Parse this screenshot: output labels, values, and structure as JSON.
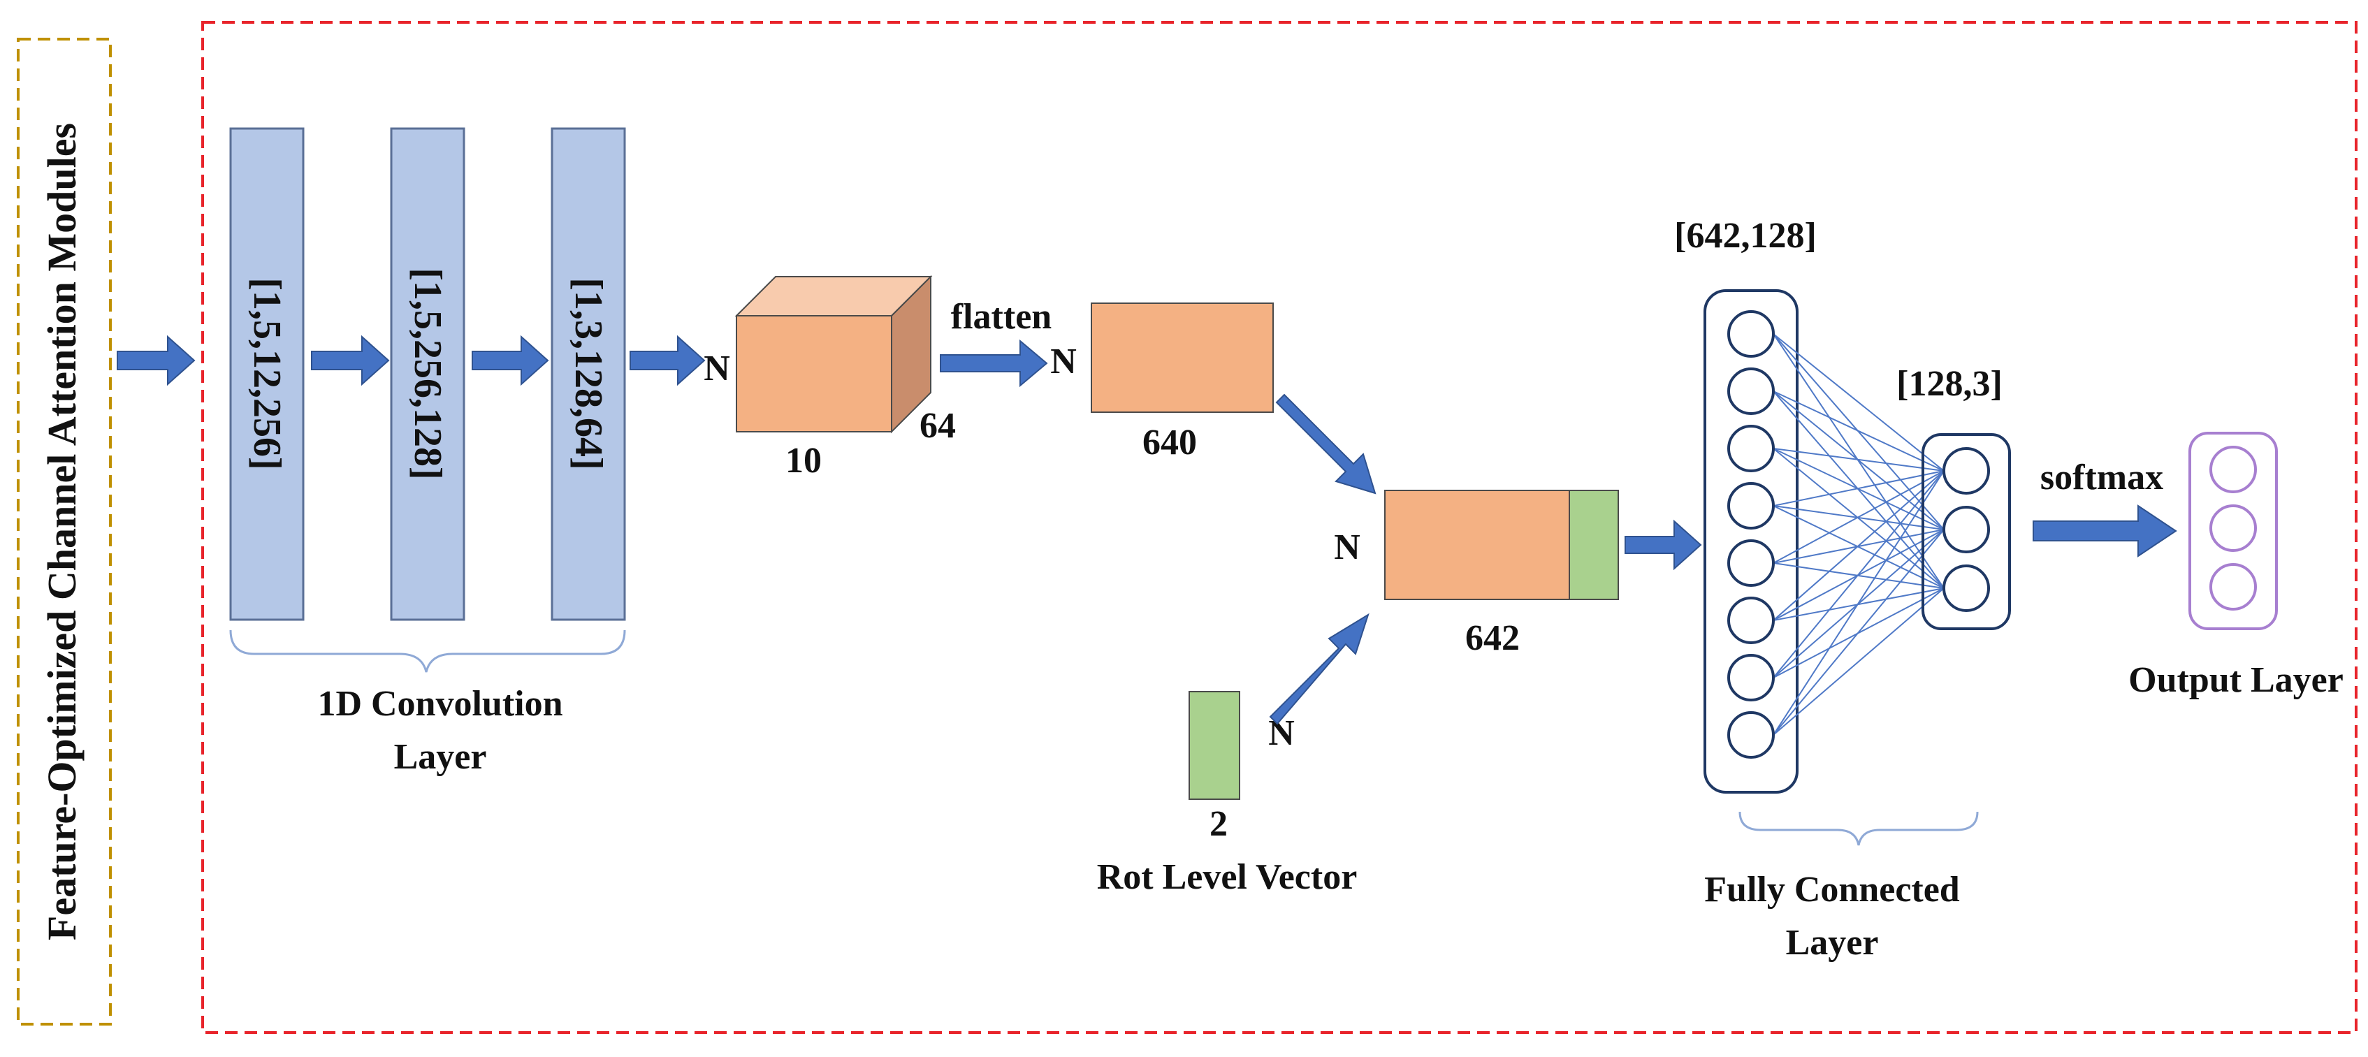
{
  "side_module": {
    "label": "Feature-Optimized Channel Attention Modules"
  },
  "conv": {
    "layers": [
      {
        "label": "[1,5,12,256]"
      },
      {
        "label": "[1,5,256,128]"
      },
      {
        "label": "[1,3,128,64]"
      }
    ],
    "group_label_line1": "1D Convolution",
    "group_label_line2": "Layer"
  },
  "labels": {
    "n_after_conv": "N",
    "cube_width": "10",
    "cube_depth": "64",
    "flatten": "flatten",
    "n_after_flatten": "N",
    "flat_size": "640",
    "n_concat": "N",
    "concat_size": "642",
    "rot_size": "2",
    "rot_label": "Rot Level Vector",
    "n_rot": "N"
  },
  "fc": {
    "dims1": "[642,128]",
    "dims2": "[128,3]",
    "label_line1": "Fully Connected",
    "label_line2": "Layer",
    "layer1_nodes": 8,
    "layer2_nodes": 3
  },
  "output": {
    "activation": "softmax",
    "label": "Output Layer",
    "nodes": 3
  },
  "colors": {
    "conv_fill": "#b4c7e7",
    "conv_stroke": "#5a6f96",
    "arrow": "#4472c4",
    "arrow_stroke": "#2f528f",
    "orange": "#f4b183",
    "orange_top": "#f8cbad",
    "orange_side": "#c98d6c",
    "green": "#a9d18e",
    "navy": "#1f3864",
    "purple": "#a77fd0",
    "fc_line": "#4f79c7",
    "red_dash": "#e8242b",
    "gold_dash": "#bf9000"
  }
}
